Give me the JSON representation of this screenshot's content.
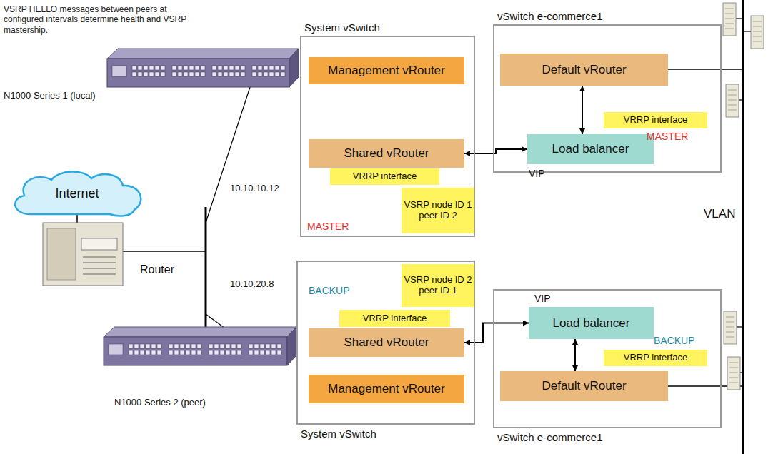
{
  "diagram": {
    "nodes": [
      {
        "text": [
          "Internet"
        ]
      },
      {
        "text": [
          "System vSwitch"
        ]
      },
      {
        "text": [
          "Management vRouter"
        ],
        "in": 1
      },
      {
        "text": [
          "Shared vRouter"
        ],
        "in": 1
      },
      {
        "text": [
          "VRRP interface"
        ],
        "in": 1
      },
      {
        "text": [
          "VSRP node ID 1 peer ID 2"
        ],
        "in": 1
      },
      {
        "text": [
          "vSwitch e-commerce1"
        ]
      },
      {
        "text": [
          "Default vRouter"
        ],
        "in": 6
      },
      {
        "text": [
          "VRRP interface"
        ],
        "in": 6
      },
      {
        "text": [
          "Load balancer"
        ],
        "in": 6
      },
      {
        "text": [
          "System vSwitch"
        ]
      },
      {
        "text": [
          "VSRP node ID 2 peer ID 1"
        ],
        "in": 10
      },
      {
        "text": [
          "VRRP interface"
        ],
        "in": 10
      },
      {
        "text": [
          "Shared vRouter"
        ],
        "in": 10
      },
      {
        "text": [
          "Management vRouter"
        ],
        "in": 10
      },
      {
        "text": [
          "vSwitch e-commerce1"
        ]
      },
      {
        "text": [
          "Load balancer"
        ],
        "in": 15
      },
      {
        "text": [
          "VRRP interface"
        ],
        "in": 15
      },
      {
        "text": [
          "Default vRouter"
        ],
        "in": 15
      }
    ],
    "edges": [
      {
        "from": 3,
        "to": 9,
        "arrow": "both"
      },
      {
        "from": 7,
        "to": 9,
        "arrow": "both"
      },
      {
        "from": 13,
        "to": 16,
        "arrow": "both"
      },
      {
        "from": 16,
        "to": 18,
        "arrow": "both"
      }
    ],
    "labels": [
      "VSRP HELLO messages between peers at configured intervals determine health and VSRP mastership.",
      "N1000 Series 1 (local)",
      "N1000 Series 2 (peer)",
      "Router",
      "10.10.10.12",
      "10.10.20.8",
      "MASTER",
      "MASTER",
      "VIP",
      "BACKUP",
      "VIP",
      "BACKUP",
      "VLAN"
    ]
  }
}
